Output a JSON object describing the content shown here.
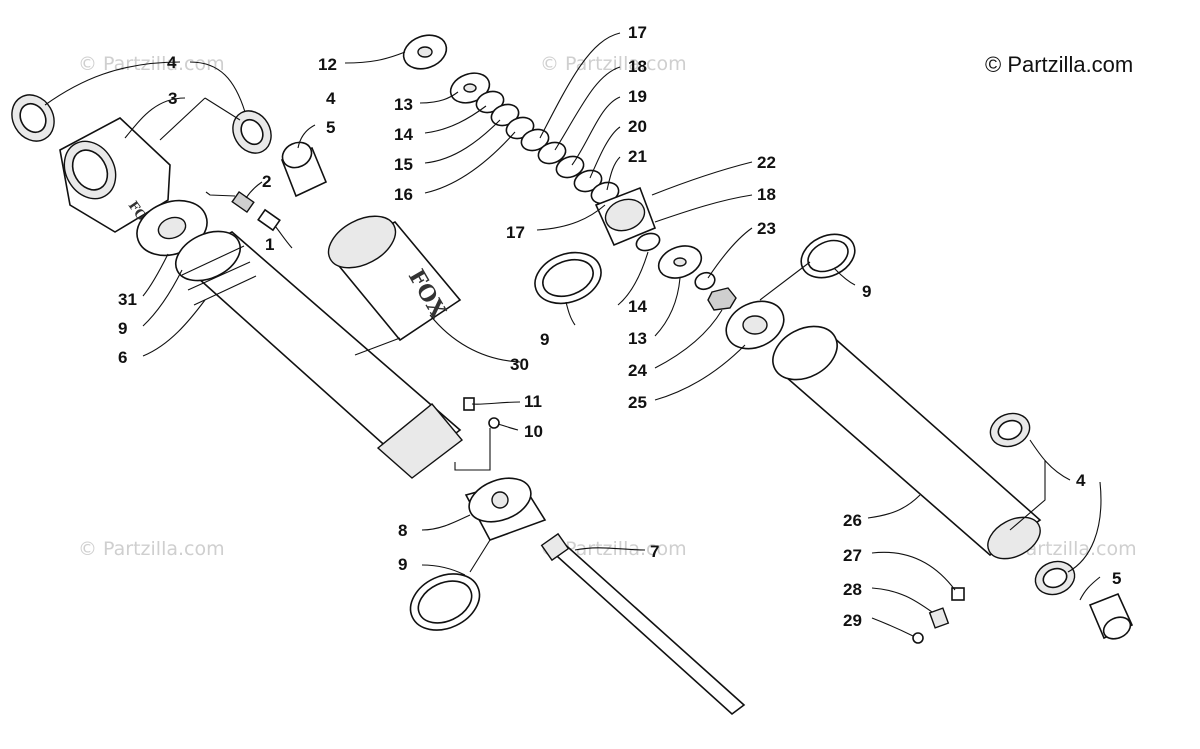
{
  "copyright": "© Partzilla.com",
  "watermark": "© Partzilla.com",
  "brand_mark": "FOX",
  "callouts": {
    "c1": "1",
    "c2": "2",
    "c3": "3",
    "c4a": "4",
    "c4b": "4",
    "c4c": "4",
    "c5a": "5",
    "c5b": "5",
    "c6": "6",
    "c7": "7",
    "c8": "8",
    "c9a": "9",
    "c9b": "9",
    "c9c": "9",
    "c9d": "9",
    "c10": "10",
    "c11": "11",
    "c12": "12",
    "c13a": "13",
    "c13b": "13",
    "c14a": "14",
    "c14b": "14",
    "c15": "15",
    "c16": "16",
    "c17a": "17",
    "c17b": "17",
    "c18a": "18",
    "c18b": "18",
    "c19": "19",
    "c20": "20",
    "c21": "21",
    "c22": "22",
    "c23": "23",
    "c24": "24",
    "c25": "25",
    "c26": "26",
    "c27": "27",
    "c28": "28",
    "c29": "29",
    "c30": "30",
    "c31": "31"
  }
}
